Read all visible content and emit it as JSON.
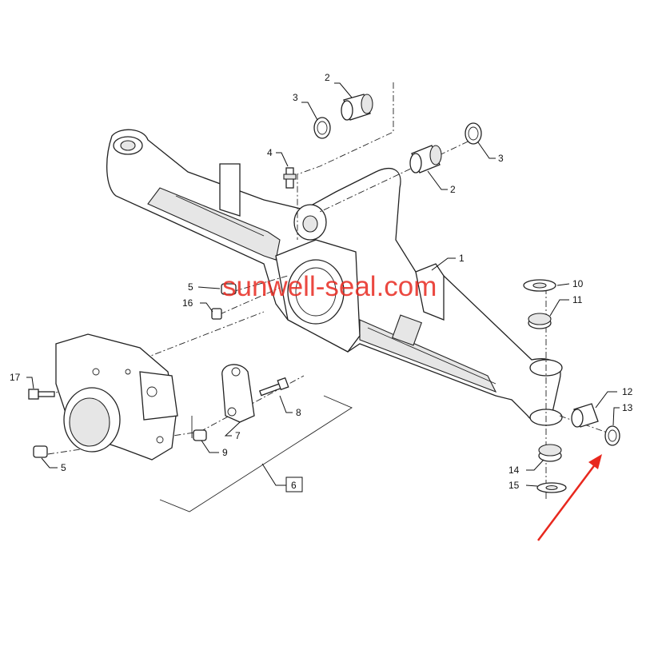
{
  "watermark": "sunwell-seal.com",
  "callouts": {
    "c1": "1",
    "c2a": "2",
    "c2b": "2",
    "c3a": "3",
    "c3b": "3",
    "c4": "4",
    "c5a": "5",
    "c5b": "5",
    "c6": "6",
    "c7": "7",
    "c8": "8",
    "c9": "9",
    "c10": "10",
    "c11": "11",
    "c12": "12",
    "c13": "13",
    "c14": "14",
    "c15": "15",
    "c16": "16",
    "c17": "17"
  },
  "colors": {
    "arrow": "#e8281e",
    "watermark": "#e8281e",
    "line": "#222222"
  }
}
